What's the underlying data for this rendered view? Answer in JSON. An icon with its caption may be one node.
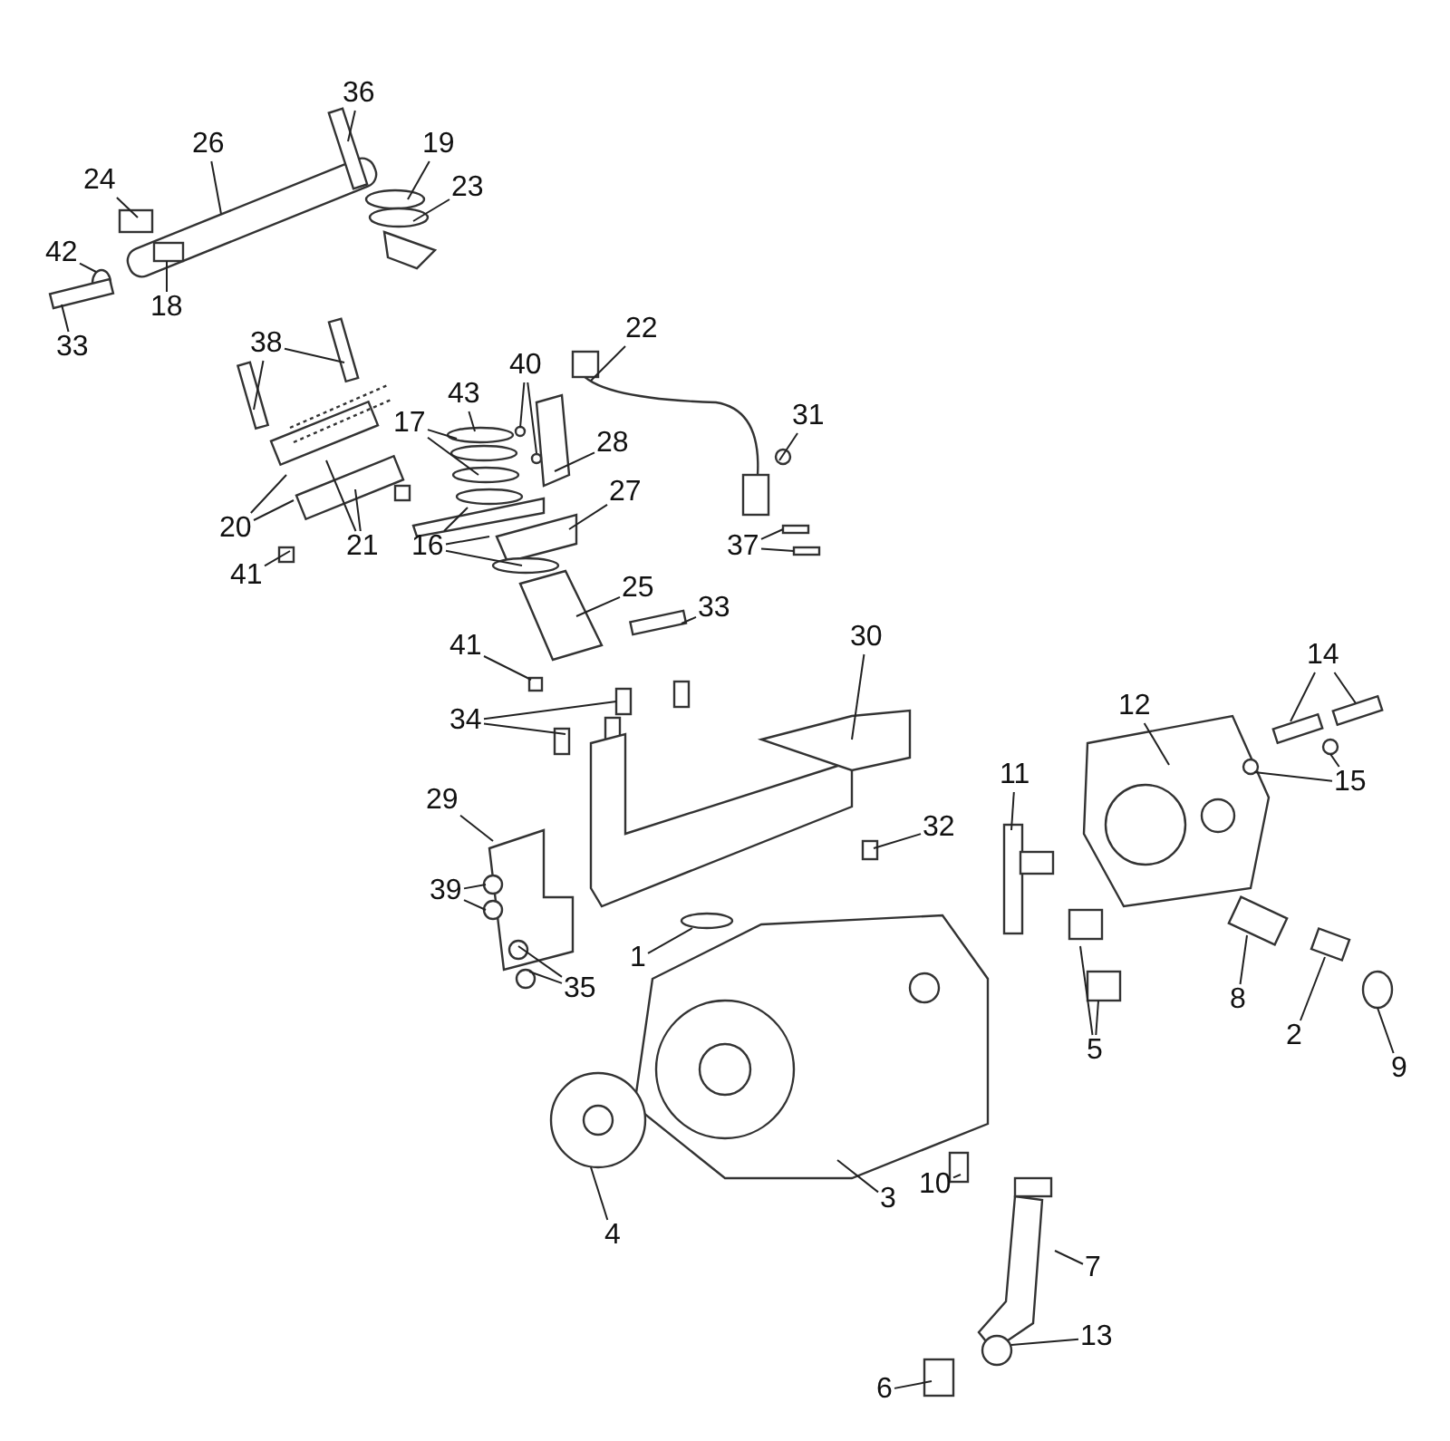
{
  "diagram": {
    "nodes": [
      {
        "text": [
          "36"
        ]
      },
      {
        "text": [
          "26"
        ]
      },
      {
        "text": [
          "19"
        ]
      },
      {
        "text": [
          "24"
        ]
      },
      {
        "text": [
          "23"
        ]
      },
      {
        "text": [
          "42"
        ]
      },
      {
        "text": [
          "18"
        ]
      },
      {
        "text": [
          "33"
        ]
      },
      {
        "text": [
          "38"
        ]
      },
      {
        "text": [
          "22"
        ]
      },
      {
        "text": [
          "40"
        ]
      },
      {
        "text": [
          "43"
        ]
      },
      {
        "text": [
          "17"
        ]
      },
      {
        "text": [
          "28"
        ]
      },
      {
        "text": [
          "31"
        ]
      },
      {
        "text": [
          "37"
        ]
      },
      {
        "text": [
          "27"
        ]
      },
      {
        "text": [
          "20"
        ]
      },
      {
        "text": [
          "21"
        ]
      },
      {
        "text": [
          "41"
        ]
      },
      {
        "text": [
          "16"
        ]
      },
      {
        "text": [
          "25"
        ]
      },
      {
        "text": [
          "33"
        ]
      },
      {
        "text": [
          "41"
        ]
      },
      {
        "text": [
          "34"
        ]
      },
      {
        "text": [
          "30"
        ]
      },
      {
        "text": [
          "29"
        ]
      },
      {
        "text": [
          "32"
        ]
      },
      {
        "text": [
          "39"
        ]
      },
      {
        "text": [
          "1"
        ]
      },
      {
        "text": [
          "35"
        ]
      },
      {
        "text": [
          "11"
        ]
      },
      {
        "text": [
          "12"
        ]
      },
      {
        "text": [
          "14"
        ]
      },
      {
        "text": [
          "15"
        ]
      },
      {
        "text": [
          "5"
        ]
      },
      {
        "text": [
          "8"
        ]
      },
      {
        "text": [
          "2"
        ]
      },
      {
        "text": [
          "9"
        ]
      },
      {
        "text": [
          "3"
        ]
      },
      {
        "text": [
          "10"
        ]
      },
      {
        "text": [
          "4"
        ]
      },
      {
        "text": [
          "7"
        ]
      },
      {
        "text": [
          "13"
        ]
      },
      {
        "text": [
          "6"
        ]
      }
    ],
    "edges": [
      {
        "from": 0,
        "to": null,
        "arrow": "none"
      },
      {
        "from": 1,
        "to": null,
        "arrow": "none"
      },
      {
        "from": 2,
        "to": null,
        "arrow": "none"
      },
      {
        "from": 3,
        "to": null,
        "arrow": "none"
      },
      {
        "from": 4,
        "to": null,
        "arrow": "none"
      },
      {
        "from": 5,
        "to": null,
        "arrow": "none"
      },
      {
        "from": 6,
        "to": null,
        "arrow": "none"
      },
      {
        "from": 7,
        "to": null,
        "arrow": "none"
      },
      {
        "from": 8,
        "to": null,
        "arrow": "none"
      },
      {
        "from": 8,
        "to": null,
        "arrow": "none"
      },
      {
        "from": 9,
        "to": null,
        "arrow": "none"
      },
      {
        "from": 10,
        "to": null,
        "arrow": "none"
      },
      {
        "from": 10,
        "to": null,
        "arrow": "none"
      },
      {
        "from": 11,
        "to": null,
        "arrow": "none"
      },
      {
        "from": 12,
        "to": null,
        "arrow": "none"
      },
      {
        "from": 12,
        "to": null,
        "arrow": "none"
      },
      {
        "from": 13,
        "to": null,
        "arrow": "none"
      },
      {
        "from": 14,
        "to": null,
        "arrow": "none"
      },
      {
        "from": 15,
        "to": null,
        "arrow": "none"
      },
      {
        "from": 15,
        "to": null,
        "arrow": "none"
      },
      {
        "from": 16,
        "to": null,
        "arrow": "none"
      },
      {
        "from": 17,
        "to": null,
        "arrow": "none"
      },
      {
        "from": 17,
        "to": null,
        "arrow": "none"
      },
      {
        "from": 18,
        "to": null,
        "arrow": "none"
      },
      {
        "from": 18,
        "to": null,
        "arrow": "none"
      },
      {
        "from": 19,
        "to": null,
        "arrow": "none"
      },
      {
        "from": 20,
        "to": null,
        "arrow": "none"
      },
      {
        "from": 20,
        "to": null,
        "arrow": "none"
      },
      {
        "from": 20,
        "to": null,
        "arrow": "none"
      },
      {
        "from": 21,
        "to": null,
        "arrow": "none"
      },
      {
        "from": 22,
        "to": null,
        "arrow": "none"
      },
      {
        "from": 23,
        "to": null,
        "arrow": "none"
      },
      {
        "from": 24,
        "to": null,
        "arrow": "none"
      },
      {
        "from": 24,
        "to": null,
        "arrow": "none"
      },
      {
        "from": 25,
        "to": null,
        "arrow": "none"
      },
      {
        "from": 26,
        "to": null,
        "arrow": "none"
      },
      {
        "from": 27,
        "to": null,
        "arrow": "none"
      },
      {
        "from": 28,
        "to": null,
        "arrow": "none"
      },
      {
        "from": 28,
        "to": null,
        "arrow": "none"
      },
      {
        "from": 29,
        "to": null,
        "arrow": "none"
      },
      {
        "from": 30,
        "to": null,
        "arrow": "none"
      },
      {
        "from": 30,
        "to": null,
        "arrow": "none"
      },
      {
        "from": 31,
        "to": null,
        "arrow": "none"
      },
      {
        "from": 32,
        "to": null,
        "arrow": "none"
      },
      {
        "from": 33,
        "to": null,
        "arrow": "none"
      },
      {
        "from": 33,
        "to": null,
        "arrow": "none"
      },
      {
        "from": 34,
        "to": null,
        "arrow": "none"
      },
      {
        "from": 34,
        "to": null,
        "arrow": "none"
      },
      {
        "from": 35,
        "to": null,
        "arrow": "none"
      },
      {
        "from": 35,
        "to": null,
        "arrow": "none"
      },
      {
        "from": 36,
        "to": null,
        "arrow": "none"
      },
      {
        "from": 37,
        "to": null,
        "arrow": "none"
      },
      {
        "from": 38,
        "to": null,
        "arrow": "none"
      },
      {
        "from": 39,
        "to": null,
        "arrow": "none"
      },
      {
        "from": 40,
        "to": null,
        "arrow": "none"
      },
      {
        "from": 41,
        "to": null,
        "arrow": "none"
      },
      {
        "from": 42,
        "to": null,
        "arrow": "none"
      },
      {
        "from": 43,
        "to": null,
        "arrow": "none"
      },
      {
        "from": 44,
        "to": null,
        "arrow": "none"
      }
    ]
  }
}
